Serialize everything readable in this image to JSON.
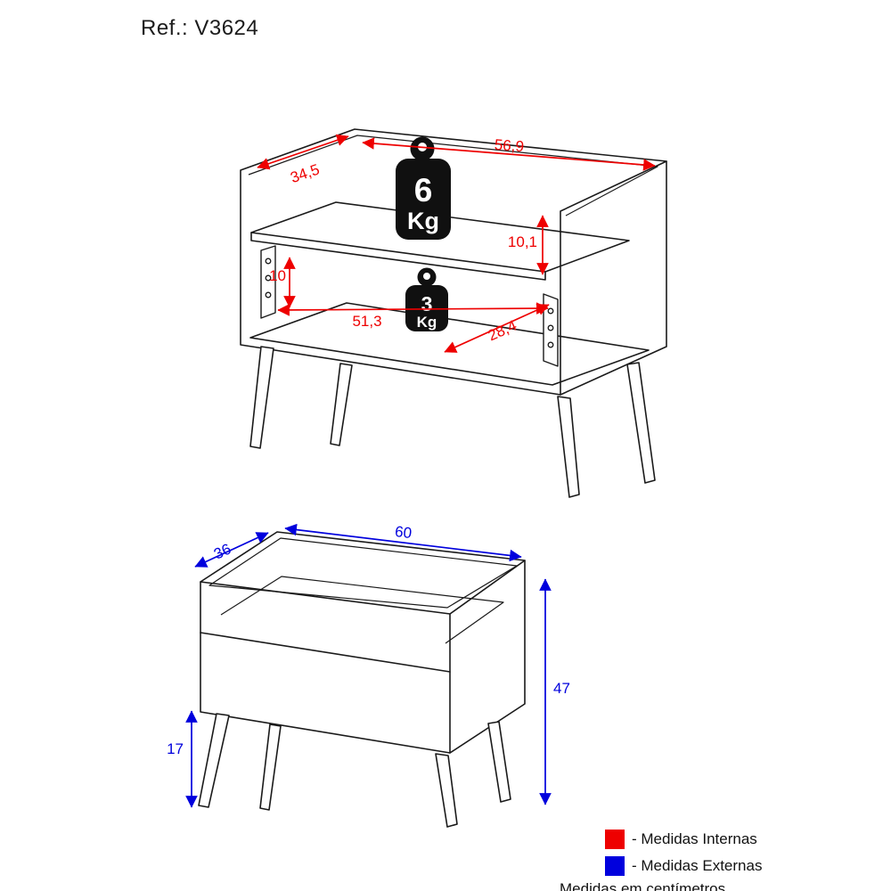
{
  "ref": "Ref.: V3624",
  "colors": {
    "internal": "#ee0000",
    "external": "#0000dd",
    "line": "#1a1a1a"
  },
  "top_diagram": {
    "dimensions": {
      "back_width": "56,9",
      "side_depth": "34,5",
      "niche_height": "10,1",
      "drawer_gap_height": "10",
      "inner_width": "51,3",
      "inner_depth": "28,4"
    },
    "weights": {
      "shelf": {
        "value": "6",
        "unit": "Kg"
      },
      "bottom": {
        "value": "3",
        "unit": "Kg"
      }
    }
  },
  "bottom_diagram": {
    "dimensions": {
      "depth": "36",
      "width": "60",
      "height": "47",
      "leg_height": "17"
    }
  },
  "legend": {
    "internal_label": "- Medidas Internas",
    "external_label": "- Medidas Externas",
    "units_note": "Medidas em centímetros."
  }
}
